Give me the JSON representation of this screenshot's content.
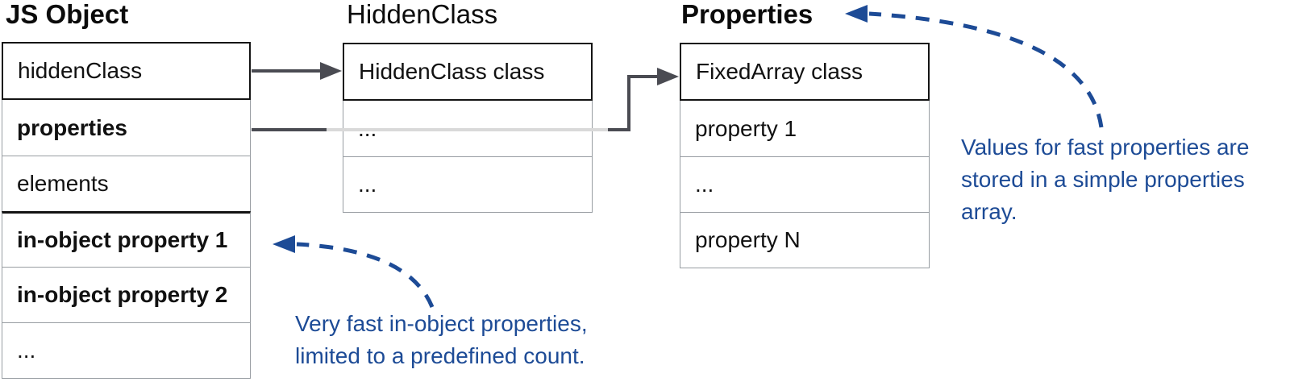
{
  "titles": {
    "js_object": "JS Object",
    "hidden_class": "HiddenClass",
    "properties": "Properties"
  },
  "tables": {
    "js_object": {
      "rows": [
        {
          "label": "hiddenClass"
        },
        {
          "label": "properties"
        },
        {
          "label": "elements"
        },
        {
          "label": "in-object property 1"
        },
        {
          "label": "in-object property 2"
        },
        {
          "label": "..."
        }
      ]
    },
    "hidden_class": {
      "rows": [
        {
          "label": "HiddenClass class"
        },
        {
          "label": "..."
        },
        {
          "label": "..."
        }
      ]
    },
    "properties": {
      "rows": [
        {
          "label": "FixedArray class"
        },
        {
          "label": "property 1"
        },
        {
          "label": "..."
        },
        {
          "label": "property N"
        }
      ]
    }
  },
  "annotations": {
    "in_object": {
      "line1": "Very fast in-object properties,",
      "line2": "limited to a predefined count."
    },
    "properties_array": {
      "line1": "Values for fast properties are",
      "line2": "stored in a simple properties",
      "line3": "array."
    }
  },
  "icons": {
    "solid_arrows": "pointer-arrow-icon",
    "dashed_arrows": "annotation-arrow-icon"
  },
  "colors": {
    "annotation_blue": "#1d4b96",
    "arrow_dark": "#4a4b52",
    "arrow_light": "#d9d9d9",
    "row_border_gray": "#989da2",
    "header_border_black": "#141414"
  }
}
